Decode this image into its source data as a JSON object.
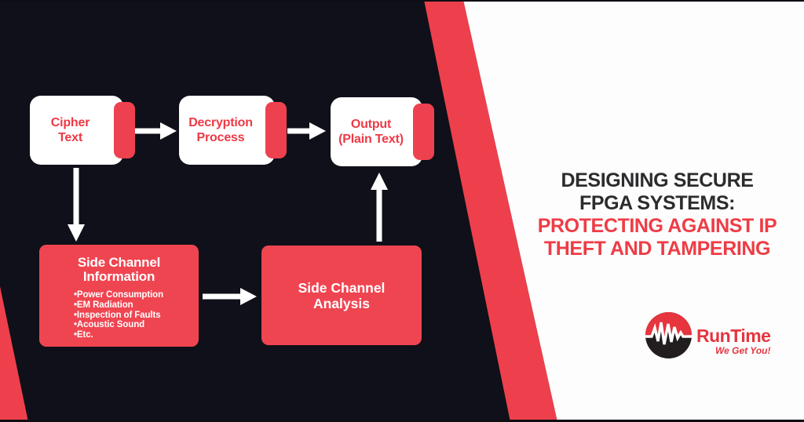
{
  "banner": {
    "flowchart": {
      "cipher_box": {
        "line1": "Cipher",
        "line2": "Text"
      },
      "decryption_box": {
        "line1": "Decryption",
        "line2": "Process"
      },
      "output_box": {
        "line1": "Output",
        "line2": "(Plain Text)"
      },
      "side_channel_info_box": {
        "title_line1": "Side Channel",
        "title_line2": "Information",
        "bullets": [
          "•Power Consumption",
          "•EM Radiation",
          "•Inspection of Faults",
          "•Acoustic Sound",
          "•Etc."
        ]
      },
      "side_channel_analysis_box": {
        "line1": "Side Channel",
        "line2": "Analysis"
      }
    },
    "headline": {
      "line1": "DESIGNING SECURE",
      "line2": "FPGA SYSTEMS:",
      "line3": "PROTECTING AGAINST IP",
      "line4": "THEFT AND TAMPERING"
    },
    "logo": {
      "wordmark": "RunTime",
      "tagline": "We Get You!",
      "icon": "pulse-waveform-icon"
    },
    "colors": {
      "background_dark": "#0f1019",
      "accent_red": "#ee404c",
      "box_red": "#ef4551",
      "box_text_red": "#ee3946",
      "headline_dark": "#2c2c2e",
      "headline_red": "#ee3c45",
      "logo_red": "#e6353e",
      "logo_black": "#221e1f",
      "white": "#ffffff"
    }
  }
}
